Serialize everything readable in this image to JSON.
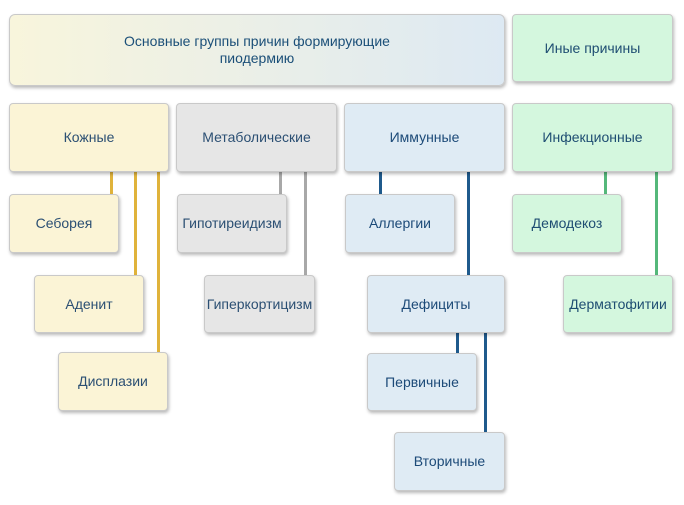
{
  "header": {
    "title": "Основные группы причин формирующие пиодермию",
    "other_causes": "Иные причины"
  },
  "groups": {
    "skin": {
      "label": "Кожные",
      "items": [
        "Себорея",
        "Аденит",
        "Дисплазии"
      ]
    },
    "metabolic": {
      "label": "Метаболические",
      "items": [
        "Гипотиреидизм",
        "Гиперкортицизм"
      ]
    },
    "immune": {
      "label": "Иммунные",
      "items": [
        "Аллергии",
        "Дефициты"
      ],
      "deficits": [
        "Первичные",
        "Вторичные"
      ]
    },
    "infectious": {
      "label": "Инфекционные",
      "items": [
        "Демодекоз",
        "Дерматофитии"
      ]
    }
  },
  "colors": {
    "skin_line": "#e0b33b",
    "metabolic_line": "#a8a8a8",
    "immune_line": "#1f5a8c",
    "infectious_line": "#55b87a"
  }
}
